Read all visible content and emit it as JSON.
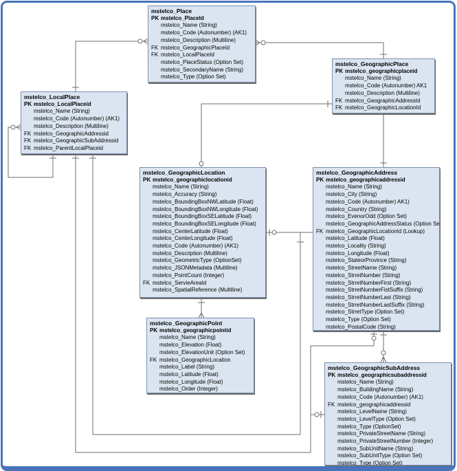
{
  "diagram": {
    "entities": [
      {
        "id": "place",
        "title": "mstelco_Place",
        "rows": [
          {
            "k": "PK",
            "v": "mstelco_PlaceId"
          },
          {
            "k": "",
            "v": "mstelco_Name (String)"
          },
          {
            "k": "",
            "v": "mstelco_Code (Autonumber) (AK1)"
          },
          {
            "k": "",
            "v": "mstelco_Description (Multiline)"
          },
          {
            "k": "FK",
            "v": "mstelco_GeographicPlaceId"
          },
          {
            "k": "FK",
            "v": "mstelco_LocalPlaceId"
          },
          {
            "k": "",
            "v": "mstelco_PlaceStatus (Option Set)"
          },
          {
            "k": "",
            "v": "mstelco_SecondaryName (String)"
          },
          {
            "k": "",
            "v": "mstelco_Type (Option Set)"
          }
        ]
      },
      {
        "id": "geographic_place",
        "title": "mstelco_GeographicPlace",
        "rows": [
          {
            "k": "PK",
            "v": "mstelco_geographicplaceid"
          },
          {
            "k": "",
            "v": "mstelco_Name (String)"
          },
          {
            "k": "",
            "v": "mstelco_Code (Autonumber) AK1"
          },
          {
            "k": "",
            "v": "mstelco_Description (Multiline)"
          },
          {
            "k": "FK",
            "v": "mstelco_GeographicAddressId"
          },
          {
            "k": "FK",
            "v": "mstelco_GeographicLocationId"
          }
        ]
      },
      {
        "id": "local_place",
        "title": "mstelco_LocalPlace",
        "rows": [
          {
            "k": "PK",
            "v": "mstelco_LocalPlaceid"
          },
          {
            "k": "",
            "v": "mstelco_Name (String)"
          },
          {
            "k": "",
            "v": "mstelco_Code (Autonumber) (AK1)"
          },
          {
            "k": "",
            "v": "mstelco_Description (Multiline)"
          },
          {
            "k": "FK",
            "v": "mstelco_GeographicAddressid"
          },
          {
            "k": "FK",
            "v": "mstelco_GeographicSubAddressid"
          },
          {
            "k": "FK",
            "v": "mstelco_ParentLocalPlaceid"
          }
        ]
      },
      {
        "id": "geographic_location",
        "title": "mstelco_GeographicLocation",
        "rows": [
          {
            "k": "PK",
            "v": "mstelco_geographiclocationid"
          },
          {
            "k": "",
            "v": "mstelco_Name (String)"
          },
          {
            "k": "",
            "v": "mstelco_Accuracy (String)"
          },
          {
            "k": "",
            "v": "mstelco_BoundingBoxNWLatitude (Float)"
          },
          {
            "k": "",
            "v": "mstelco_BoundingBoxNWLongitude (Float)"
          },
          {
            "k": "",
            "v": "mstelco_BoundingBoxSELatitude (Float)"
          },
          {
            "k": "",
            "v": "mstelco_BoundingBoxSELongitude (Float)"
          },
          {
            "k": "",
            "v": "mstelco_CenterLatitude (Float)"
          },
          {
            "k": "",
            "v": "mstelco_CenterLongitude (Float)"
          },
          {
            "k": "",
            "v": "mstelco_Code (Autonumber) (AK1)"
          },
          {
            "k": "",
            "v": "mstelco_Description (Multiline)"
          },
          {
            "k": "",
            "v": "mstelco_GeometricType (OptionSet)"
          },
          {
            "k": "",
            "v": "mstelco_JSONMetadata (Multiline)"
          },
          {
            "k": "",
            "v": "mstelco_PointCount (Integer)"
          },
          {
            "k": "FK",
            "v": "mstelco_ServieAreaId"
          },
          {
            "k": "",
            "v": "mstelco_SpatialReference (Multiline)"
          }
        ]
      },
      {
        "id": "geographic_address",
        "title": "mstelco_GeographicAddress",
        "rows": [
          {
            "k": "PK",
            "v": "mstelco_geographicaddressid"
          },
          {
            "k": "",
            "v": "mstelco_Name (String)"
          },
          {
            "k": "",
            "v": "mstelco_City (String)"
          },
          {
            "k": "",
            "v": "mstelco_Code (Autonumber) AK1)"
          },
          {
            "k": "",
            "v": "mstelco_Country (String)"
          },
          {
            "k": "",
            "v": "mstelco_EvenorOdd (Option Set)"
          },
          {
            "k": "",
            "v": "mstelco_GeographicAddressStatus (Option Set)"
          },
          {
            "k": "FK",
            "v": "mstelco_GeographicLocationId (Lookup)"
          },
          {
            "k": "",
            "v": "mstelco_Latitude (Float)"
          },
          {
            "k": "",
            "v": "mstelco_Locality (String)"
          },
          {
            "k": "",
            "v": "mstelco_Longitude (Float)"
          },
          {
            "k": "",
            "v": "mstelco_StateorProvince (String)"
          },
          {
            "k": "",
            "v": "mstelco_StreetName (String)"
          },
          {
            "k": "",
            "v": "mstelco_StrretNumber (String)"
          },
          {
            "k": "",
            "v": "mstelco_StrretNumberFirst (String)"
          },
          {
            "k": "",
            "v": "mstelco_StrretNumberFistSuffix (String)"
          },
          {
            "k": "",
            "v": "mstelco_StrretNumberLast (String)"
          },
          {
            "k": "",
            "v": "mstelco_StrretNumberLastSuffix (String)"
          },
          {
            "k": "",
            "v": "mstelco_StrretType (Option Set)"
          },
          {
            "k": "",
            "v": "mstelco_Type (Option Set)"
          },
          {
            "k": "",
            "v": "mstelco_PostalCode (String)"
          }
        ]
      },
      {
        "id": "geographic_point",
        "title": "mstelco_GeographicPoint",
        "rows": [
          {
            "k": "PK",
            "v": "mstelco_geographicpointid"
          },
          {
            "k": "",
            "v": "mstelco_Name (String)"
          },
          {
            "k": "",
            "v": "mstelco_Elevation (Float)"
          },
          {
            "k": "",
            "v": "mstelco_ElevationUnit (Option Set)"
          },
          {
            "k": "FK",
            "v": "mstelco_GeographicLocation"
          },
          {
            "k": "",
            "v": "mstelco_Label (String)"
          },
          {
            "k": "",
            "v": "mstelco_Latitude (Float)"
          },
          {
            "k": "",
            "v": "mstelco_Longitude (Float)"
          },
          {
            "k": "",
            "v": "mstelco_Order (Integer)"
          }
        ]
      },
      {
        "id": "geographic_sub_address",
        "title": "mstelco_GeographicSubAddress",
        "rows": [
          {
            "k": "PK",
            "v": "mstelco_geographicsubaddressid"
          },
          {
            "k": "",
            "v": "mstelco_Name (String)"
          },
          {
            "k": "",
            "v": "mstelco_BuildingName (String)"
          },
          {
            "k": "",
            "v": "mstelco_Code (Autonumber) (AK1)"
          },
          {
            "k": "FK",
            "v": "mstelco_geographicaddressid"
          },
          {
            "k": "",
            "v": "mstelco_LevelName (String)"
          },
          {
            "k": "",
            "v": "mstelco_LevelType (Option Set)"
          },
          {
            "k": "",
            "v": "mstelco_Type (OptionSet)"
          },
          {
            "k": "",
            "v": "mstelco_PrivateStreetName (String)"
          },
          {
            "k": "",
            "v": "mstelco_PrivateStreetNumber (Integer)"
          },
          {
            "k": "",
            "v": "mstelco_SubUnitName (String)"
          },
          {
            "k": "",
            "v": "mstelco_SubUnitType (Option Set)"
          },
          {
            "k": "",
            "v": "mstelco_Type (Option Set)"
          }
        ]
      }
    ]
  },
  "colors": {
    "frame": "#4a73ba",
    "entity_fill": "#dbe5f1",
    "entity_border": "#7d8fae",
    "connector": "#6e6e6e"
  }
}
